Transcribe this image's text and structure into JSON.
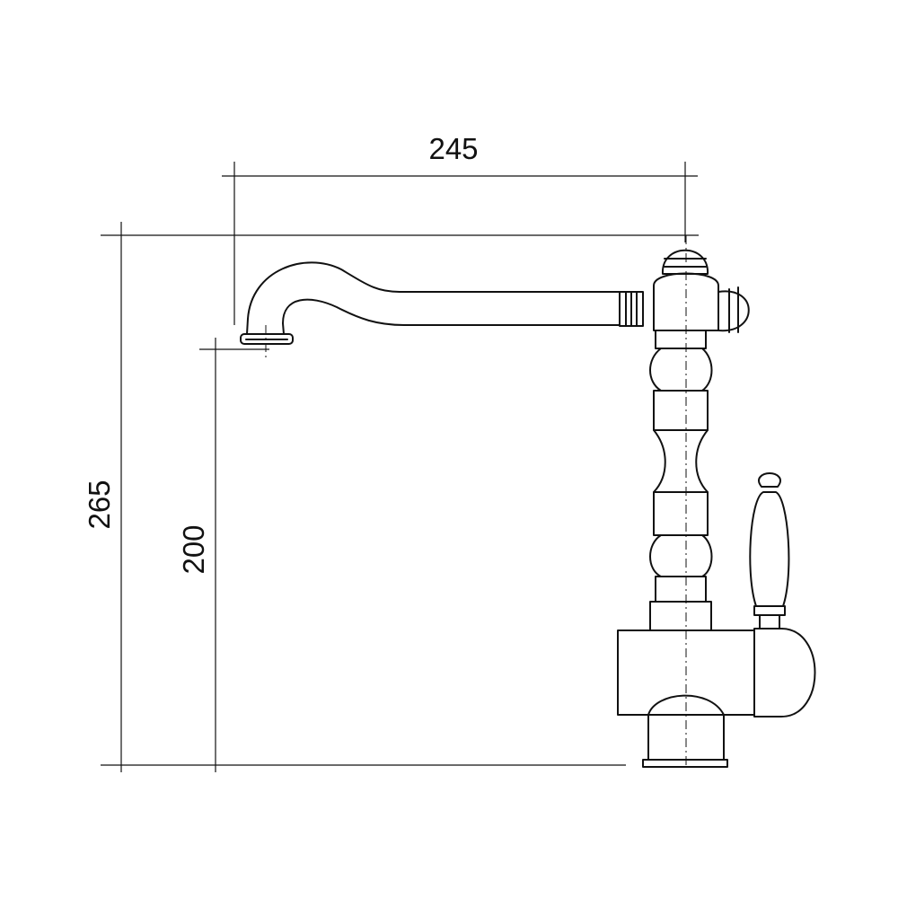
{
  "dimensions": {
    "spout_reach": "245",
    "overall_height": "265",
    "outlet_height": "200"
  },
  "colors": {
    "line": "#111111",
    "background": "#ffffff"
  }
}
